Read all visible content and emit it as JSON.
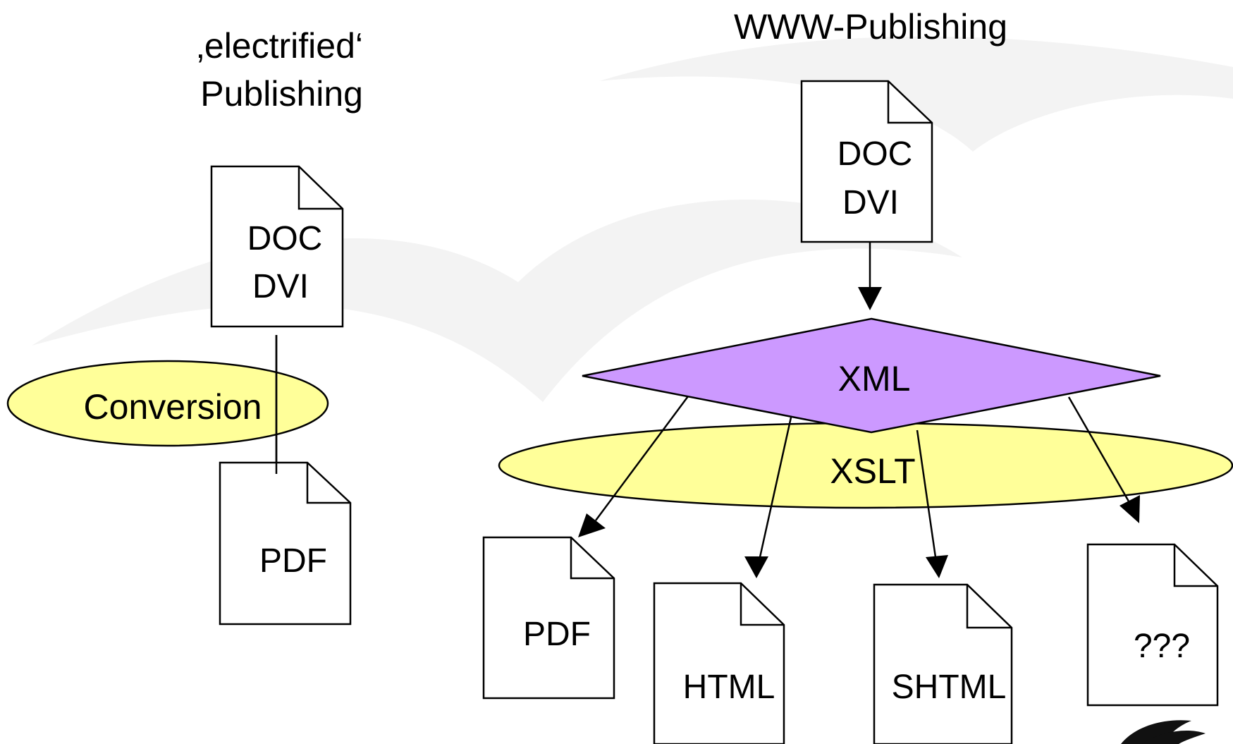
{
  "left_section": {
    "title_line1": "‚electrified‘",
    "title_line2": "Publishing",
    "source_doc": {
      "line1": "DOC",
      "line2": "DVI"
    },
    "process": "Conversion",
    "output_doc": "PDF"
  },
  "right_section": {
    "title": "WWW-Publishing",
    "source_doc": {
      "line1": "DOC",
      "line2": "DVI"
    },
    "intermediate": "XML",
    "process": "XSLT",
    "outputs": [
      "PDF",
      "HTML",
      "SHTML",
      "???"
    ]
  },
  "colors": {
    "process_fill": "#ffff99",
    "intermediate_fill": "#cc99ff",
    "background_swoosh": "#f2f2f2",
    "stroke": "#000000"
  },
  "icons": [
    "document-icon",
    "bird-logo-icon"
  ]
}
